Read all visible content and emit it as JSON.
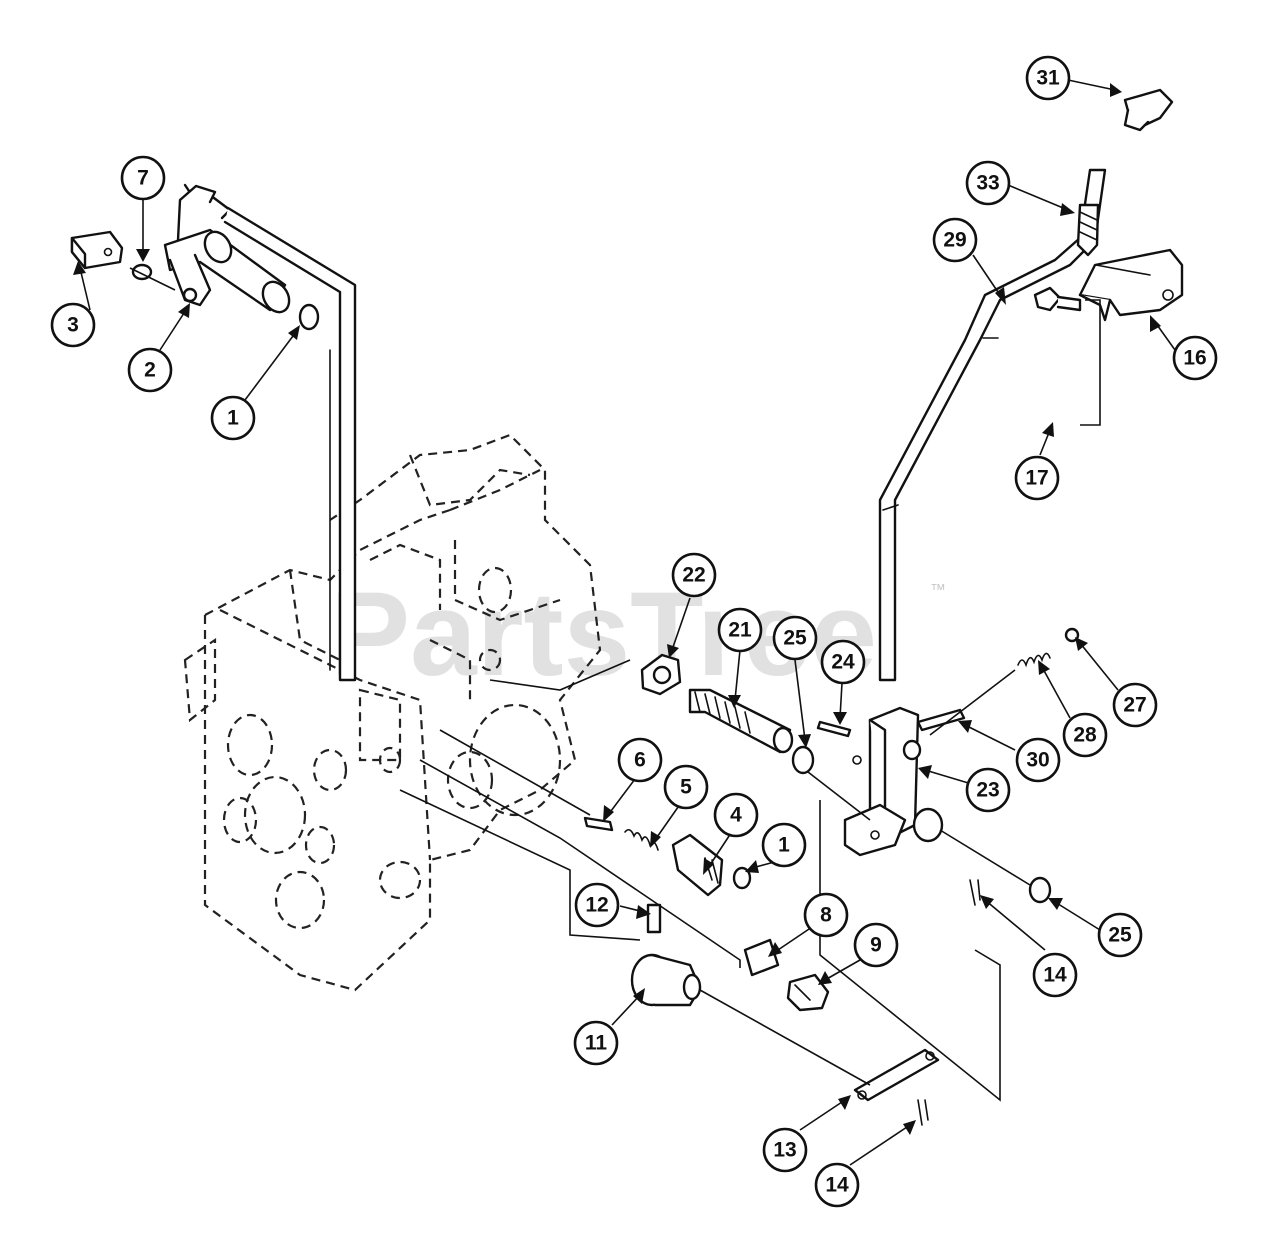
{
  "watermark": {
    "text": "PartsTree",
    "trademark": "™"
  },
  "callouts": [
    {
      "id": "c31",
      "label": "31"
    },
    {
      "id": "c33",
      "label": "33"
    },
    {
      "id": "c29",
      "label": "29"
    },
    {
      "id": "c16",
      "label": "16"
    },
    {
      "id": "c17",
      "label": "17"
    },
    {
      "id": "c7",
      "label": "7"
    },
    {
      "id": "c3",
      "label": "3"
    },
    {
      "id": "c2",
      "label": "2"
    },
    {
      "id": "c1a",
      "label": "1"
    },
    {
      "id": "c22",
      "label": "22"
    },
    {
      "id": "c21",
      "label": "21"
    },
    {
      "id": "c25a",
      "label": "25"
    },
    {
      "id": "c24",
      "label": "24"
    },
    {
      "id": "c27",
      "label": "27"
    },
    {
      "id": "c28",
      "label": "28"
    },
    {
      "id": "c30",
      "label": "30"
    },
    {
      "id": "c23",
      "label": "23"
    },
    {
      "id": "c6",
      "label": "6"
    },
    {
      "id": "c5",
      "label": "5"
    },
    {
      "id": "c4",
      "label": "4"
    },
    {
      "id": "c1b",
      "label": "1"
    },
    {
      "id": "c12",
      "label": "12"
    },
    {
      "id": "c8",
      "label": "8"
    },
    {
      "id": "c9",
      "label": "9"
    },
    {
      "id": "c11",
      "label": "11"
    },
    {
      "id": "c25b",
      "label": "25"
    },
    {
      "id": "c14a",
      "label": "14"
    },
    {
      "id": "c13",
      "label": "13"
    },
    {
      "id": "c14b",
      "label": "14"
    }
  ]
}
